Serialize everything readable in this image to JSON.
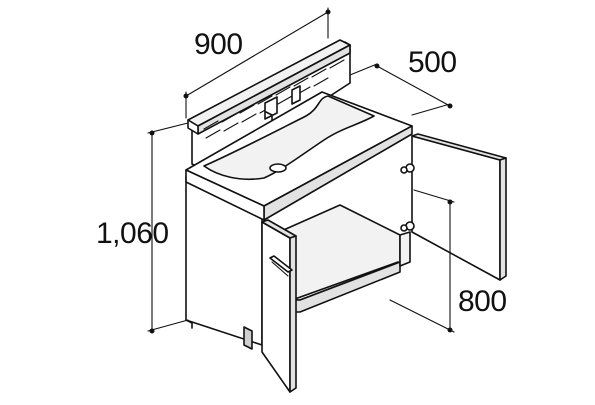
{
  "dimensions": {
    "width": "900",
    "depth": "500",
    "height": "1,060",
    "counter_height": "800"
  }
}
